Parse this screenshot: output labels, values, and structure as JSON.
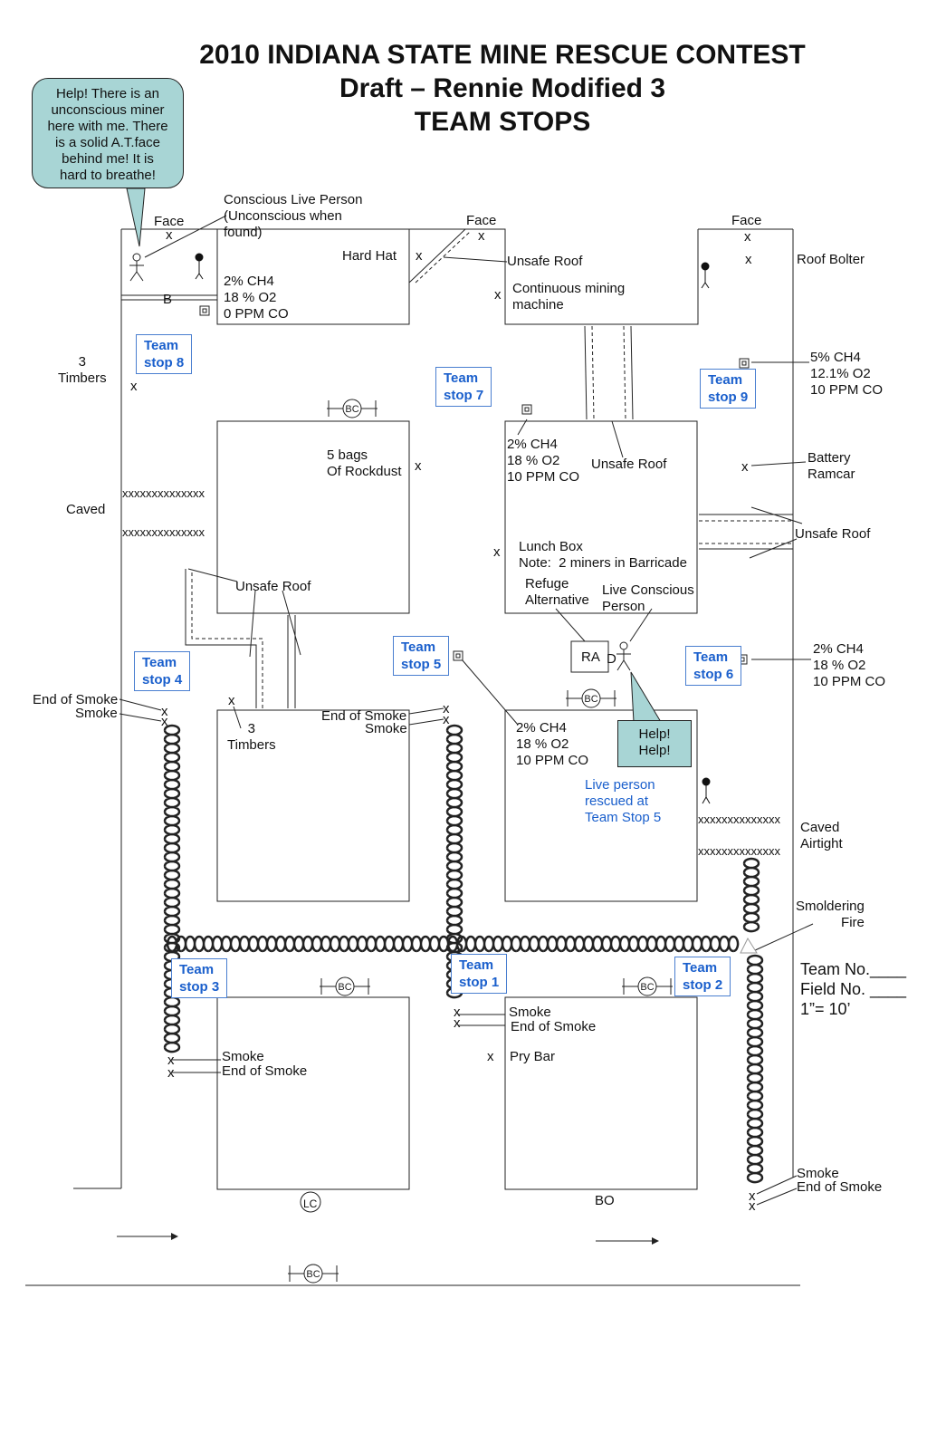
{
  "title": {
    "line1": "2010 INDIANA STATE MINE RESCUE CONTEST",
    "line2": "Draft – Rennie Modified 3",
    "line3": "TEAM STOPS"
  },
  "callouts": {
    "help_top": "Help! There is an\nunconscious miner\nhere with me. There\nis a solid A.T.face\nbehind me! It is\nhard to breathe!",
    "help_bottom": "Help!\nHelp!"
  },
  "labels": {
    "face": "Face",
    "conscious_person": "Conscious Live Person\n(Unconscious when\nfound)",
    "hard_hat": "Hard Hat",
    "gas_top_left": "2% CH4\n18 % O2\n0 PPM CO",
    "b": "B",
    "unsafe_roof": "Unsafe Roof",
    "continuous_miner": "Continuous mining\nmachine",
    "roof_bolter": "Roof Bolter",
    "gas_right_top": "5% CH4\n12.1% O2\n10 PPM CO",
    "three_timbers": "3\nTimbers",
    "rockdust": "5 bags\nOf Rockdust",
    "gas_center": "2% CH4\n18 % O2\n10 PPM CO",
    "battery_ramcar": "Battery\nRamcar",
    "caved": "Caved",
    "lunch_box": "Lunch Box\nNote:  2 miners in Barricade",
    "refuge": "Refuge\nAlternative",
    "live_conscious": "Live Conscious\nPerson",
    "ra": "RA",
    "d": "D",
    "gas_right_mid": "2% CH4\n18 % O2\n10 PPM CO",
    "end_of_smoke": "End of Smoke",
    "smoke": "Smoke",
    "gas_lower_center": "2% CH4\n18 % O2\n10 PPM CO",
    "live_rescued": "Live person\nrescued at\nTeam Stop 5",
    "caved_airtight": "Caved\nAirtight",
    "smoldering_fire": "Smoldering\nFire",
    "pry_bar": "Pry Bar",
    "bo": "BO",
    "bc": "BC",
    "lc": "LC",
    "x": "x",
    "xrow": "xxxxxxxxxxxxxx"
  },
  "team_stops": {
    "s1": "Team\nstop 1",
    "s2": "Team\nstop 2",
    "s3": "Team\nstop 3",
    "s4": "Team\nstop 4",
    "s5": "Team\nstop 5",
    "s6": "Team\nstop 6",
    "s7": "Team\nstop 7",
    "s8": "Team\nstop 8",
    "s9": "Team\nstop 9"
  },
  "form_fields": {
    "team_no": "Team No.____",
    "field_no": "Field No. ____",
    "scale": "1”= 10’"
  },
  "colors": {
    "callout": "#a8d5d5",
    "team_blue": "#1a5fcc",
    "lines": "#222222"
  }
}
